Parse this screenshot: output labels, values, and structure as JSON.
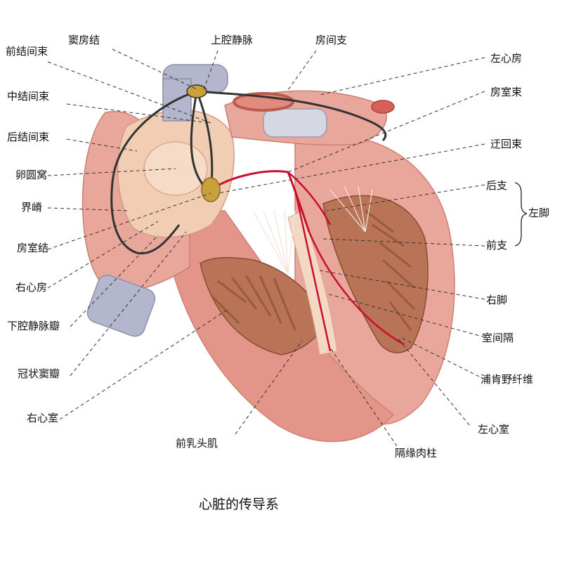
{
  "caption": "心脏的传导系",
  "colors": {
    "myocardium": "#e8a79a",
    "ventricle_wall": "#e4958a",
    "atrium_interior": "#f1cdb4",
    "trabeculae": "#9a5a3c",
    "vessel": "#b3b6cc",
    "conduction_tissue": "#c8102e",
    "node": "#c9a13a",
    "leader_line": "#333333"
  },
  "labels": {
    "left": {
      "ant_internodal": "前结间束",
      "sa_node": "窦房结",
      "mid_internodal": "中结间束",
      "post_internodal": "后结间束",
      "fossa_ovalis": "卵圆窝",
      "crista_terminalis": "界嵴",
      "av_node": "房室结",
      "right_atrium": "右心房",
      "ivc_valve": "下腔静脉瓣",
      "coronary_sinus_valve": "冠状窦瓣",
      "right_ventricle": "右心室"
    },
    "top": {
      "svc": "上腔静脉",
      "interatrial_branch": "房间支"
    },
    "right": {
      "left_atrium": "左心房",
      "av_bundle": "房室束",
      "recurrent_bundle": "迂回束",
      "posterior_branch": "后支",
      "left_bundle": "左脚",
      "anterior_branch": "前支",
      "right_bundle": "右脚",
      "septum": "室间隔",
      "purkinje": "浦肯野纤维",
      "left_ventricle": "左心室"
    },
    "bottom": {
      "ant_papillary": "前乳头肌",
      "septomarginal": "隔缘肉柱"
    }
  }
}
